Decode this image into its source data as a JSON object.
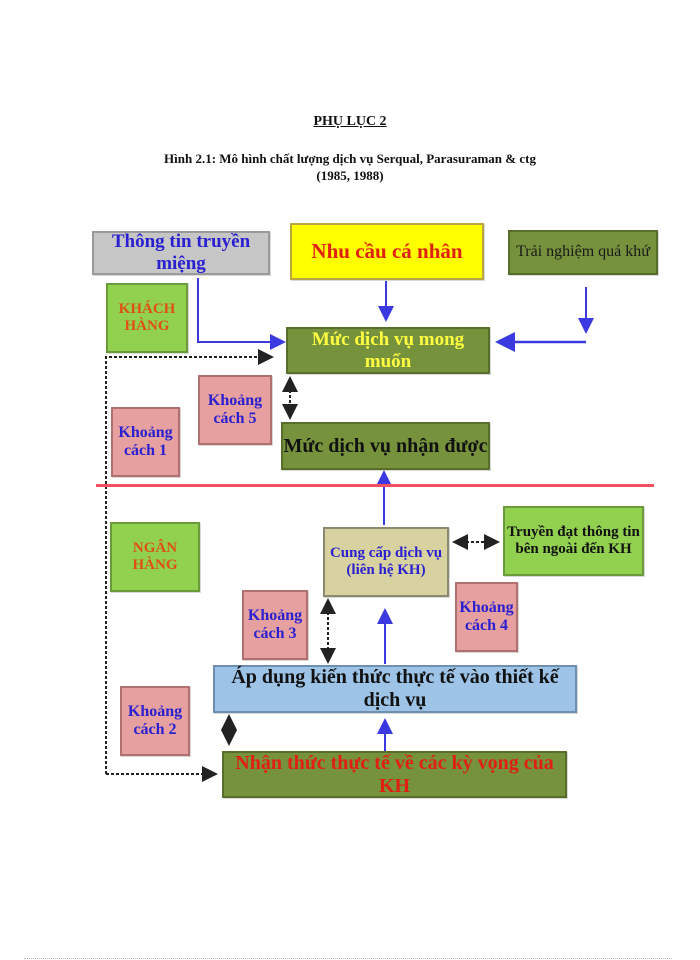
{
  "header": {
    "appendix_title": "PHỤ LỤC 2",
    "figure_caption_line1": "Hình 2.1: Mô hình chất lượng dịch vụ Serqual, Parasuraman & ctg",
    "figure_caption_line2": "(1985, 1988)"
  },
  "diagram": {
    "inputs": {
      "word_of_mouth": "Thông tin truyền miệng",
      "personal_needs": "Nhu cầu cá nhân",
      "past_experience": "Trải nghiệm quá khứ"
    },
    "zones": {
      "customer": [
        "KHÁCH",
        "HÀNG"
      ],
      "bank": [
        "NGÂN",
        "HÀNG"
      ]
    },
    "customer_side": {
      "expected_service": "Mức dịch vụ mong muốn",
      "perceived_service": "Mức dịch vụ nhận được"
    },
    "bank_side": {
      "service_delivery": [
        "Cung cấp dịch vụ",
        "(liên hệ KH)"
      ],
      "external_communication": [
        "Truyền đạt thông tin",
        "bên ngoài đến KH"
      ],
      "service_specification": "Áp dụng kiến thức thực tế vào thiết kế dịch vụ",
      "management_perception": "Nhận thức thực tế về các kỳ vọng của KH"
    },
    "gaps": {
      "gap1": [
        "Khoảng",
        "cách 1"
      ],
      "gap2": [
        "Khoảng",
        "cách 2"
      ],
      "gap3": [
        "Khoảng",
        "cách 3"
      ],
      "gap4": [
        "Khoảng",
        "cách 4"
      ],
      "gap5": [
        "Khoảng",
        "cách 5"
      ]
    },
    "colors": {
      "grey_box": "#c6c6c6",
      "yellow_box": "#ffff00",
      "olive_box": "#76923c",
      "green_box": "#92d050",
      "pink_box": "#e6a0a0",
      "tan_box": "#d8d2a0",
      "blue_box": "#9dc3e6",
      "divider": "#f25060",
      "arrow_blue": "#3a3ae0",
      "text_blue": "#2a20d0",
      "text_red": "#e02010",
      "text_yellow": "#ffff40",
      "text_orange": "#e05010"
    }
  }
}
